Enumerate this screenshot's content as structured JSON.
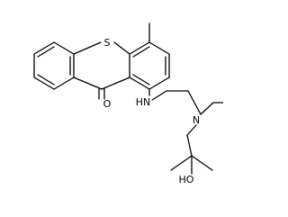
{
  "molecule": {
    "atoms": {
      "sulfur": "S",
      "carbonyl_oxygen": "O",
      "amine_nh": "HN",
      "tertiary_amine": "N",
      "hydroxyl": "HO"
    },
    "colors": {
      "ink": "#000000",
      "background": "#ffffff"
    }
  }
}
